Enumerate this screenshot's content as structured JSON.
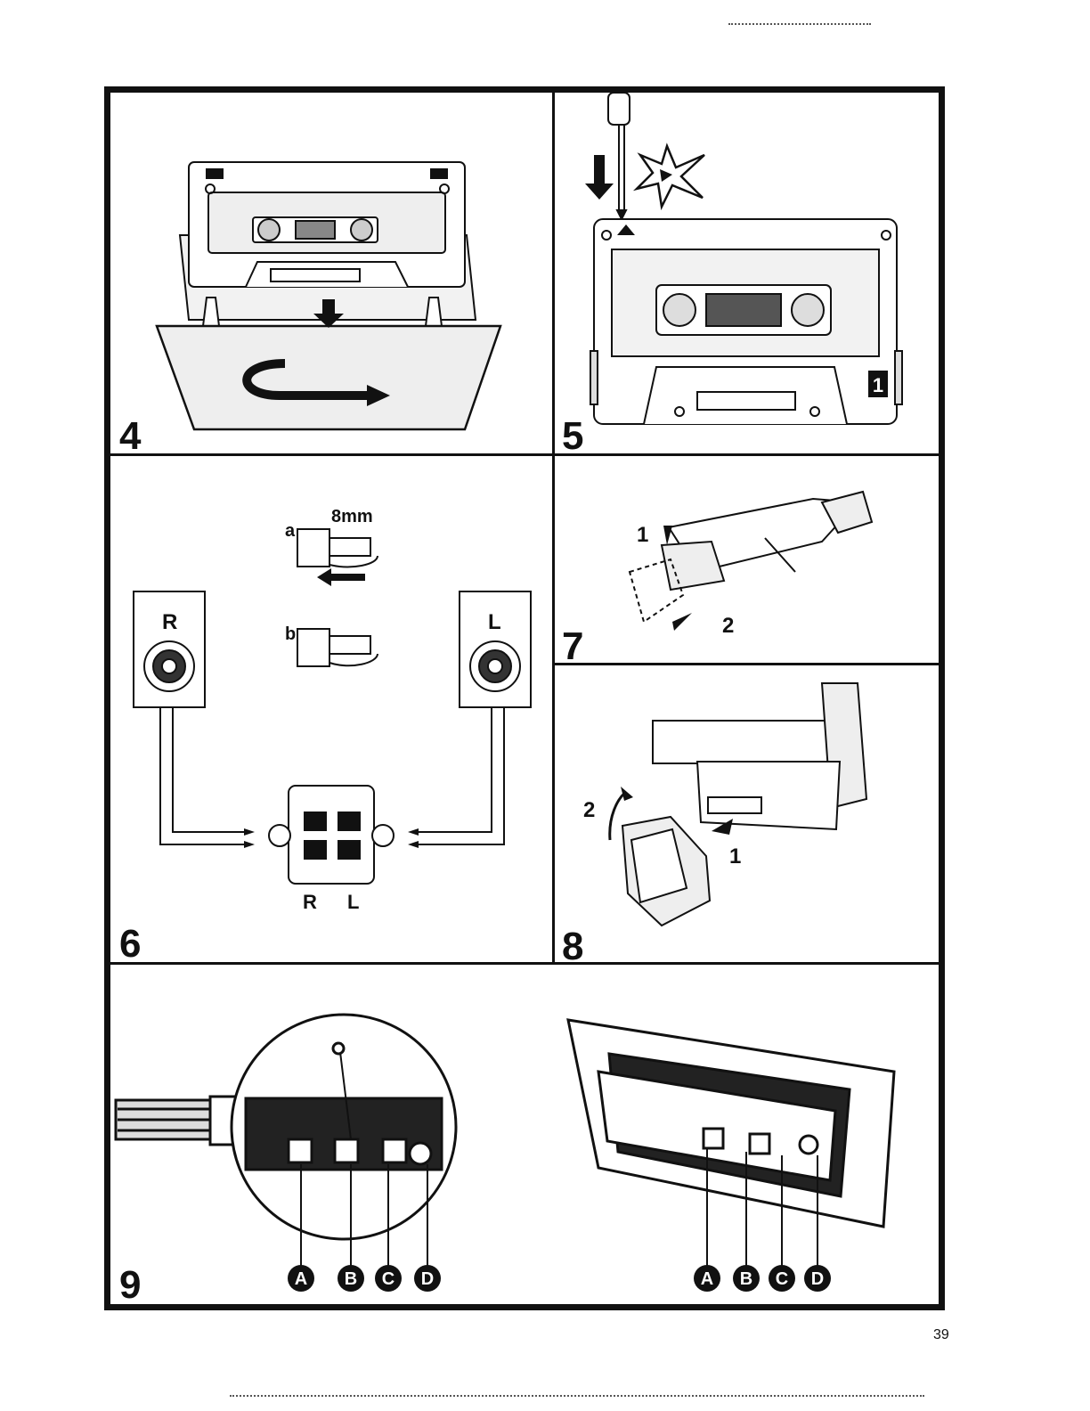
{
  "page": {
    "number": "39"
  },
  "figures": [
    {
      "id": "4",
      "label": "4"
    },
    {
      "id": "5",
      "label": "5"
    },
    {
      "id": "6",
      "label": "6",
      "callouts": {
        "a": "a",
        "b": "b",
        "gap": "8mm",
        "speaker_right": "R",
        "speaker_left": "L",
        "terminal_right": "R",
        "terminal_left": "L"
      }
    },
    {
      "id": "7",
      "label": "7",
      "callouts": {
        "step1": "1",
        "step2": "2"
      }
    },
    {
      "id": "8",
      "label": "8",
      "callouts": {
        "step1": "1",
        "step2": "2"
      }
    },
    {
      "id": "9",
      "label": "9",
      "markers_left": [
        "A",
        "B",
        "C",
        "D"
      ],
      "markers_right": [
        "A",
        "B",
        "C",
        "D"
      ]
    }
  ],
  "cassette_tab_number": "1",
  "colors": {
    "ink": "#111111",
    "paper": "#ffffff"
  },
  "icons": [
    "arrow-down-icon",
    "screwdriver-icon",
    "break-tab-icon",
    "u-turn-arrow-icon",
    "magnifier-icon"
  ]
}
